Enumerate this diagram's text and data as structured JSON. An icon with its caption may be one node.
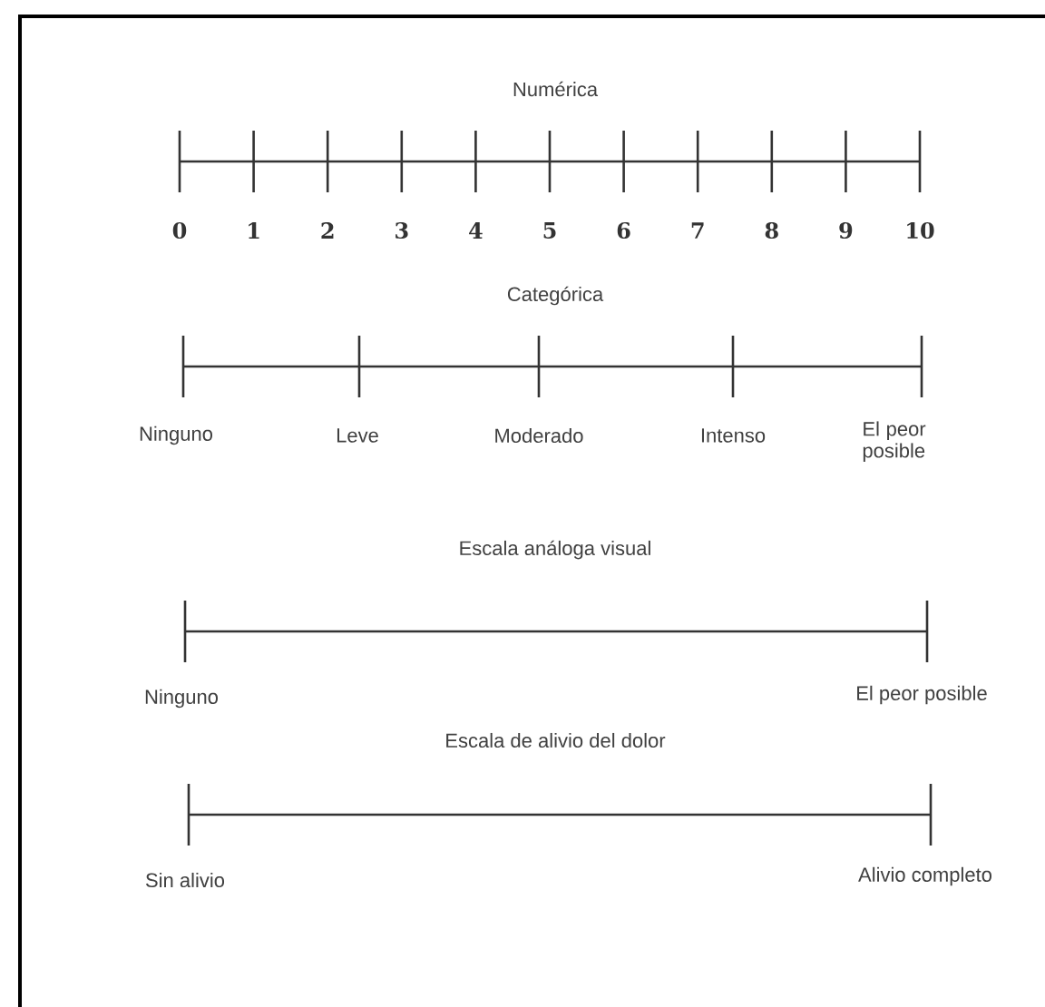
{
  "diagram": {
    "labels": [
      "Numérica",
      "0",
      "1",
      "2",
      "3",
      "4",
      "5",
      "6",
      "7",
      "8",
      "9",
      "10",
      "Categórica",
      "Ninguno",
      "Leve",
      "Moderado",
      "Intenso",
      "El peor posible",
      "Escala análoga visual",
      "Ninguno",
      "El peor posible",
      "Escala de alivio del dolor",
      "Sin alivio",
      "Alivio completo"
    ]
  }
}
